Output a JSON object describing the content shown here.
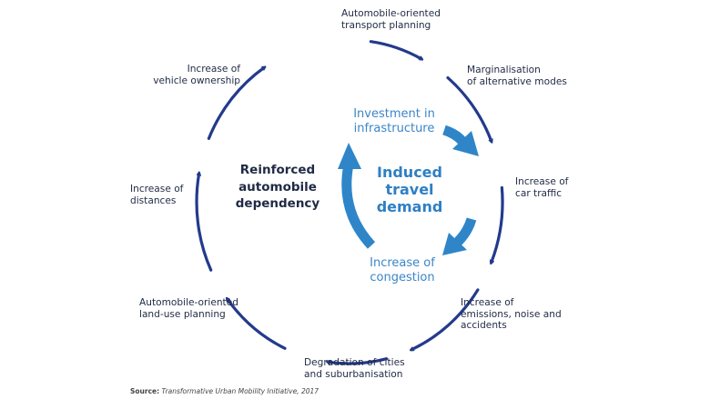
{
  "cycle_nodes": [
    {
      "lines": [
        "Automobile-oriented",
        "transport planning"
      ]
    },
    {
      "lines": [
        "Marginalisation",
        "of alternative modes"
      ]
    },
    {
      "lines": [
        "Increase of",
        "car traffic"
      ]
    },
    {
      "lines": [
        "Increase of",
        "emissions, noise and",
        "accidents"
      ]
    },
    {
      "lines": [
        "Degradation of cities",
        "and suburbanisation"
      ]
    },
    {
      "lines": [
        "Automobile-oriented",
        "land-use planning"
      ]
    },
    {
      "lines": [
        "Increase of",
        "distances"
      ]
    },
    {
      "lines": [
        "Increase of",
        "vehicle ownership"
      ]
    }
  ],
  "center_label": {
    "lines": [
      "Reinforced",
      "automobile",
      "dependency"
    ]
  },
  "inner_cycle": {
    "title": {
      "lines": [
        "Induced",
        "travel",
        "demand"
      ]
    },
    "nodes": [
      {
        "lines": [
          "Investment in",
          "infrastructure"
        ]
      },
      {
        "lines": [
          "Increase of",
          "congestion"
        ]
      }
    ]
  },
  "source": {
    "label": "Source:",
    "text": "Transformative Urban Mobility Initiative, 2017"
  },
  "colors": {
    "outer_arrows": "#233a8c",
    "inner_arrows": "#2e86c8",
    "text": "#1f2a44",
    "blue_text": "#3a86c8"
  }
}
